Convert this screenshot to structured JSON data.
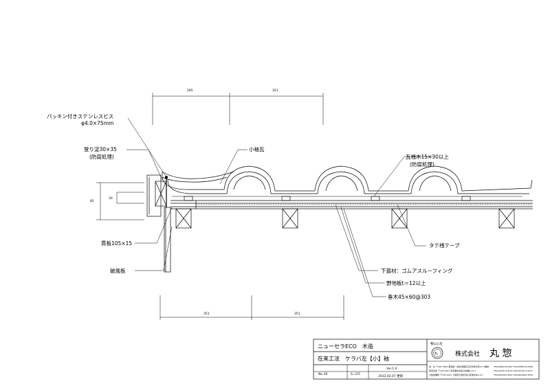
{
  "labels": {
    "screw": "パッキン付きステンレスビス",
    "screw_size": "φ4.0×75mm",
    "edge_batten": "登り淀30×35",
    "edge_batten_treat": "(防腐処理)",
    "tile": "小袖瓦",
    "tile_batten": "瓦桟木15×30以上",
    "tile_batten_treat": "(防腐処理)",
    "tate_tape": "タテ桟テープ",
    "nuki": "貫板105×15",
    "hafu": "破風板",
    "underlay": "下葺材：ゴムアスルーフィング",
    "sheathing": "野地板t＝12以上",
    "rafter": "垂木45×60@303"
  },
  "dimensions": {
    "top_left": "265",
    "top_right": "351",
    "bottom_left": "351",
    "bottom_right": "351",
    "side_a": "85",
    "side_b": "30"
  },
  "title_block": {
    "product": "ニューセラECO　木造",
    "method": "在来工法　ケラバ左【小】袖",
    "no_label": "No.18",
    "scale": "S=1/5",
    "version": "Ver.1.0",
    "date": "2022.02.07 更新",
    "slogan": "物に心を",
    "company": "株式会社",
    "company_name": "丸 惣",
    "addr1": "本　社 〒491-0823 愛知県一宮市丹陽町五日市場字流1171番地",
    "addr2": "東京支店 〒103-0027 東京都中央区日本橋2-13-1",
    "addr3": "大阪営業所 〒532-0011 大阪府大阪市淀川区西中島5-9-5",
    "tel1": "TEL(0586)76-0087 FAX(0586)76-0088",
    "tel2": "TEL(03)3271-8311 FAX(03)3271-8317",
    "tel3": "TEL(06)6304-4501 FAX(06)6304-4504"
  }
}
